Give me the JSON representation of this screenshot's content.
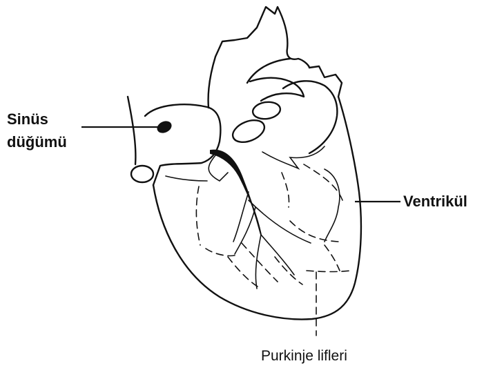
{
  "labels": {
    "sinus_line1": "Sinüs",
    "sinus_line2": "düğümü",
    "ventricle": "Ventrikül",
    "purkinje": "Purkinje lifleri"
  },
  "colors": {
    "ink": "#111111",
    "background": "#ffffff"
  }
}
